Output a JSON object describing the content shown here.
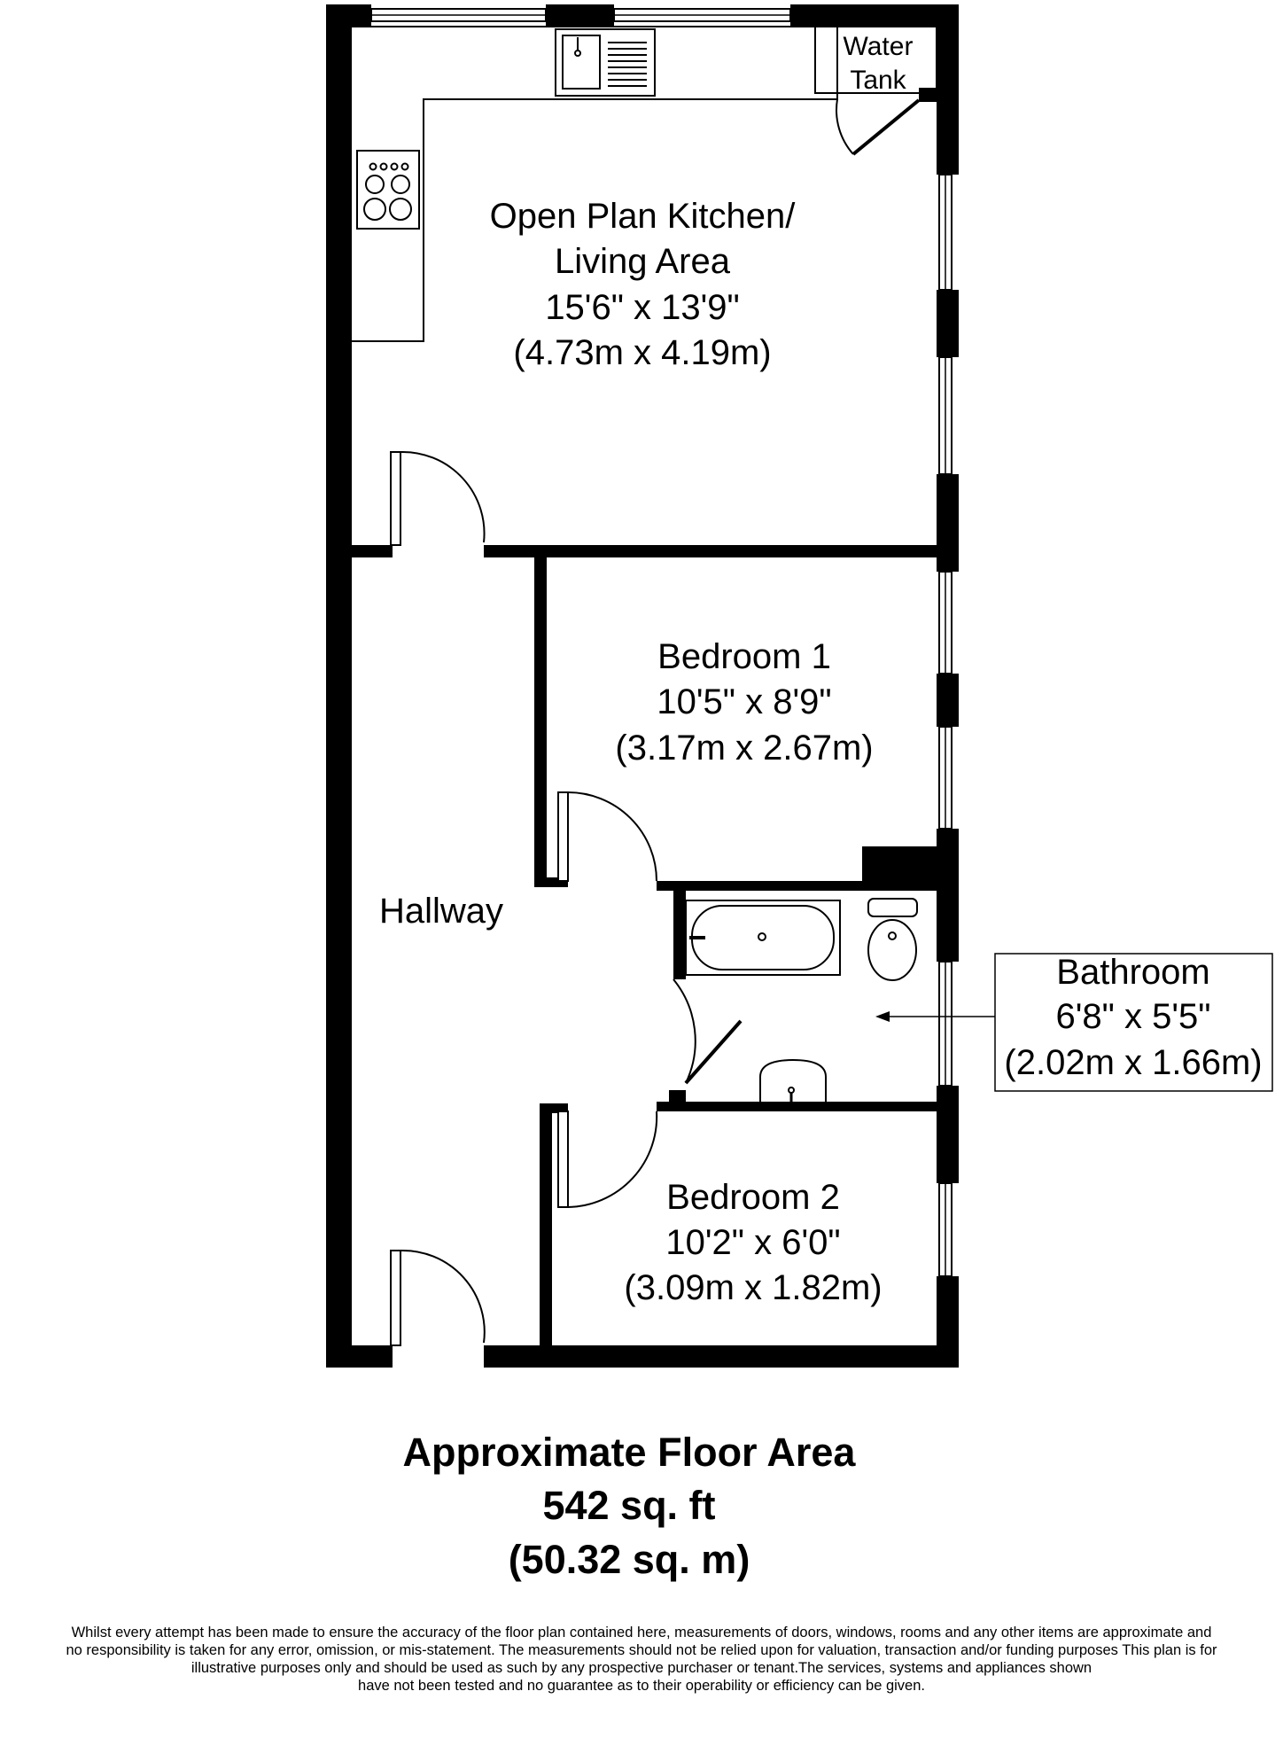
{
  "rooms": {
    "kitchen": {
      "name_line1": "Open Plan Kitchen/",
      "name_line2": "Living Area",
      "size_imperial": "15'6\" x 13'9\"",
      "size_metric": "(4.73m x 4.19m)"
    },
    "water_tank": {
      "line1": "Water",
      "line2": "Tank"
    },
    "bedroom1": {
      "name": "Bedroom 1",
      "size_imperial": "10'5\" x 8'9\"",
      "size_metric": "(3.17m x 2.67m)"
    },
    "hallway": {
      "name": "Hallway"
    },
    "bathroom": {
      "name": "Bathroom",
      "size_imperial": "6'8\" x 5'5\"",
      "size_metric": "(2.02m x 1.66m)"
    },
    "bedroom2": {
      "name": "Bedroom 2",
      "size_imperial": "10'2\" x 6'0\"",
      "size_metric": "(3.09m x 1.82m)"
    }
  },
  "floor_area": {
    "title": "Approximate Floor Area",
    "imperial": "542 sq. ft",
    "metric": "(50.32 sq. m)"
  },
  "disclaimer": {
    "line1": "Whilst every attempt has been made to ensure the accuracy of the floor plan contained here, measurements of doors, windows, rooms and any other items are approximate and",
    "line2": "no responsibility is taken for any error, omission, or mis-statement.  The measurements should not be relied upon for valuation, transaction and/or funding purposes This plan is for",
    "line3": "illustrative purposes only and should be used as such by any prospective purchaser or tenant.The services, systems and appliances shown",
    "line4": "have not been tested and no guarantee as to their operability or efficiency can be given."
  },
  "colors": {
    "wall": "#000000",
    "background": "#ffffff"
  }
}
